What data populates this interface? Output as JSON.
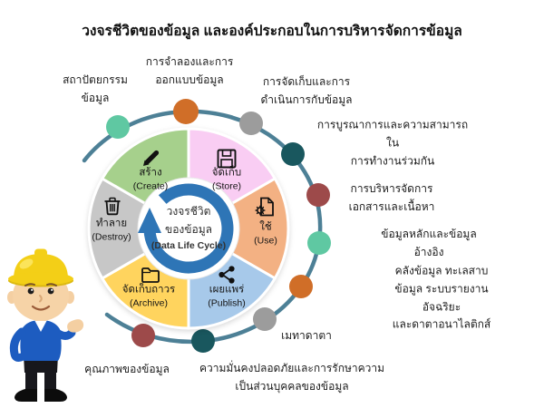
{
  "title": "วงจรชีวิตของข้อมูล และองค์ประกอบในการบริหารจัดการข้อมูล",
  "center": {
    "line1": "วงจรชีวิต",
    "line2": "ของข้อมูล",
    "line3": "(Data Life Cycle)",
    "arrow_color": "#2e75b6",
    "circle_color": "#ffffff"
  },
  "wheel": {
    "segments": [
      {
        "name": "create",
        "thai": "สร้าง",
        "en": "(Create)",
        "icon": "pencil-icon",
        "color": "#a6d08c"
      },
      {
        "name": "store",
        "thai": "จัดเก็บ",
        "en": "(Store)",
        "icon": "floppy-disk-icon",
        "color": "#f9cdf3"
      },
      {
        "name": "use",
        "thai": "ใช้",
        "en": "(Use)",
        "icon": "document-gear-icon",
        "color": "#f3b183"
      },
      {
        "name": "publish",
        "thai": "เผยแพร่",
        "en": "(Publish)",
        "icon": "share-network-icon",
        "color": "#a7c9ea"
      },
      {
        "name": "archive",
        "thai": "จัดเก็บถาวร",
        "en": "(Archive)",
        "icon": "folder-icon",
        "color": "#ffd45e"
      },
      {
        "name": "destroy",
        "thai": "ทำลาย",
        "en": "(Destroy)",
        "icon": "trash-icon",
        "color": "#c7c7c7"
      }
    ]
  },
  "orbit": {
    "ring_color": "#4d8096",
    "labels": [
      {
        "text": "สถาปัตยกรรม\nข้อมูล",
        "dot_color": "#5fc8a2"
      },
      {
        "text": "การจำลองและการ\nออกแบบข้อมูล",
        "dot_color": "#d06e28"
      },
      {
        "text": "การจัดเก็บและการ\nดำเนินการกับข้อมูล",
        "dot_color": "#9c9c9c"
      },
      {
        "text": "การบูรณาการและความสามารถใน\nการทำงานร่วมกัน",
        "dot_color": "#19575e"
      },
      {
        "text": "การบริหารจัดการ\nเอกสารและเนื้อหา",
        "dot_color": "#9d4a4a"
      },
      {
        "text": "ข้อมูลหลักและข้อมูลอ้างอิง",
        "dot_color": "#5fc8a2"
      },
      {
        "text": "คลังข้อมูล ทะเลสาบข้อมูล ระบบรายงานอัจฉริยะ\nและดาตาอนาไลติกส์",
        "dot_color": "#d06e28"
      },
      {
        "text": "เมทาดาตา",
        "dot_color": "#9c9c9c"
      },
      {
        "text": "ความมั่นคงปลอดภัยและการรักษาความ\nเป็นส่วนบุคคลของข้อมูล",
        "dot_color": "#19575e"
      },
      {
        "text": "คุณภาพของข้อมูล",
        "dot_color": "#9d4a4a"
      }
    ]
  },
  "mascot": {
    "name": "construction-worker-mascot",
    "hat_color": "#f3cf17",
    "shirt_color": "#1d5cc0"
  }
}
